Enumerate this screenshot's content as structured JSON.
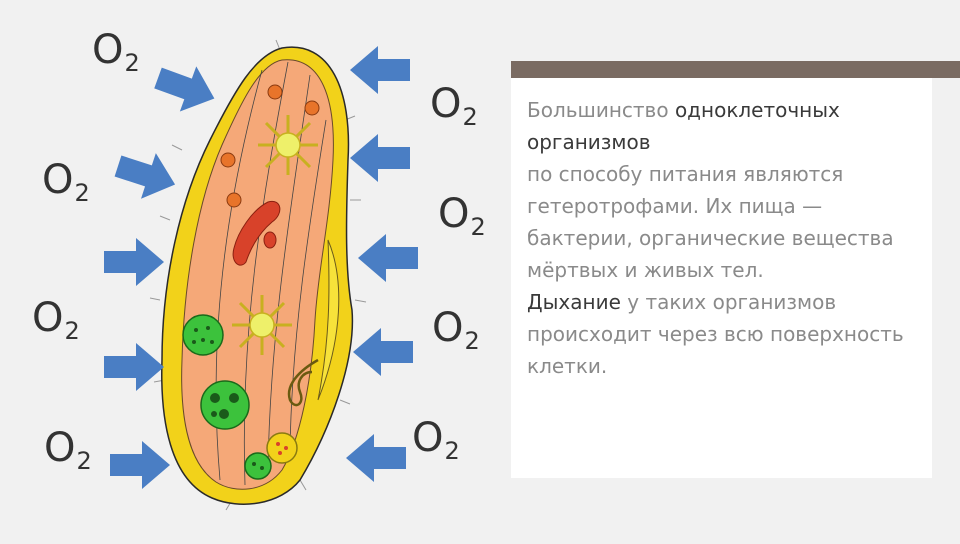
{
  "o2_labels": [
    {
      "base": "O",
      "sub": "2"
    },
    {
      "base": "O",
      "sub": "2"
    },
    {
      "base": "O",
      "sub": "2"
    },
    {
      "base": "O",
      "sub": "2"
    },
    {
      "base": "O",
      "sub": "2"
    },
    {
      "base": "O",
      "sub": "2"
    },
    {
      "base": "O",
      "sub": "2"
    },
    {
      "base": "O",
      "sub": "2"
    }
  ],
  "text": {
    "p1_lead": "Большинство ",
    "p1_emph": "одноклеточных организмов",
    "p1_rest": "по способу питания являются гетеротрофами. Их пища — бактерии, органические вещества мёртвых и живых тел.",
    "p2_emph": "Дыхание",
    "p2_rest": " у таких организмов происходит через всю поверхность клетки."
  },
  "colors": {
    "accent_bar": "#7a6b62",
    "arrow": "#4a7ec4",
    "cell_body": "#f5a878",
    "cell_border": "#f2d21a"
  }
}
